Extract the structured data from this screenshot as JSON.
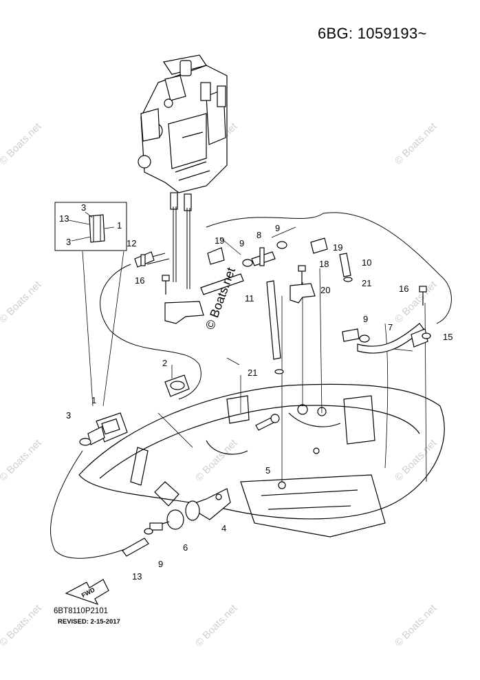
{
  "header": {
    "serial_range": "6BG: 1059193~"
  },
  "footer": {
    "drawing_number": "6BT8110P2101",
    "revised": "REVISED: 2-15-2017"
  },
  "fwd_label": "FWD",
  "watermark": {
    "text": "© Boats.net",
    "color": "#cfcfcf"
  },
  "center_watermark": "© Boats.net",
  "callouts": {
    "c1": "1",
    "c2": "2",
    "c3": "3",
    "c4": "4",
    "c5": "5",
    "c6": "6",
    "c7": "7",
    "c8": "8",
    "c9": "9",
    "c10": "10",
    "c11": "11",
    "c12": "12",
    "c13": "13",
    "c15": "15",
    "c16": "16",
    "c18": "18",
    "c19": "19",
    "c20": "20",
    "c21": "21"
  },
  "inset": {
    "labels": {
      "a": "13",
      "b": "3",
      "c": "1",
      "d": "3"
    }
  }
}
